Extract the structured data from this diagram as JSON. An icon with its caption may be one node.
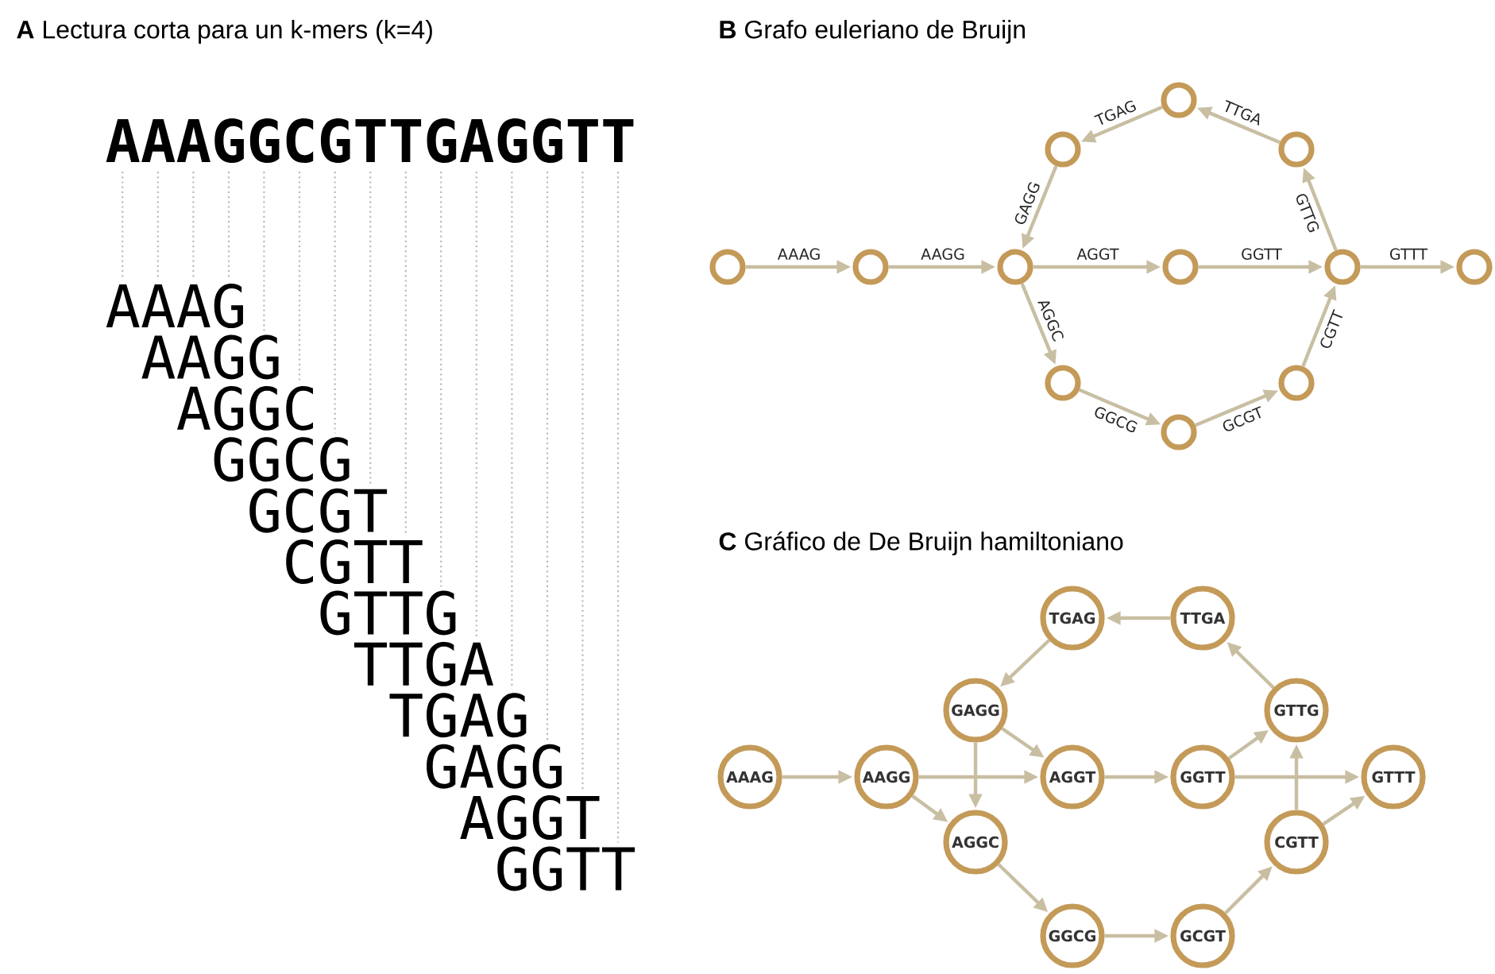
{
  "diagram": {
    "labels": [
      "**A** Lectura corta para un k-mers (k=4)",
      "**B** Grafo euleriano de Bruijn",
      "**C** Gráfico de De Bruijn hamiltoniano",
      "AAAGGCGTTGAGGTT",
      "AAAG",
      "AAGG",
      "AGGC",
      "GGCG",
      "GCGT",
      "CGTT",
      "GTTG",
      "TTGA",
      "TGAG",
      "GAGG",
      "AGGT",
      "GGTT"
    ],
    "nodes": [
      {
        "text": [],
        "shape": "circle"
      },
      {
        "text": [],
        "shape": "circle"
      },
      {
        "text": [],
        "shape": "circle"
      },
      {
        "text": [],
        "shape": "circle"
      },
      {
        "text": [],
        "shape": "circle"
      },
      {
        "text": [],
        "shape": "circle"
      },
      {
        "text": [],
        "shape": "circle"
      },
      {
        "text": [],
        "shape": "circle"
      },
      {
        "text": [],
        "shape": "circle"
      },
      {
        "text": [],
        "shape": "circle"
      },
      {
        "text": [],
        "shape": "circle"
      },
      {
        "text": [],
        "shape": "circle"
      },
      {
        "text": [
          "TGAG"
        ]
      },
      {
        "text": [
          "TTGA"
        ]
      },
      {
        "text": [
          "GAGG"
        ]
      },
      {
        "text": [
          "GTTG"
        ]
      },
      {
        "text": [
          "AAAG"
        ]
      },
      {
        "text": [
          "AAGG"
        ]
      },
      {
        "text": [
          "AGGT"
        ]
      },
      {
        "text": [
          "GGTT"
        ]
      },
      {
        "text": [
          "GTTT"
        ]
      },
      {
        "text": [
          "AGGC"
        ]
      },
      {
        "text": [
          "CGTT"
        ]
      },
      {
        "text": [
          "GGCG"
        ]
      },
      {
        "text": [
          "GCGT"
        ]
      }
    ],
    "edges": [
      {
        "from": 3,
        "to": 4,
        "arrow": "to",
        "label": "AAAG"
      },
      {
        "from": 4,
        "to": 5,
        "arrow": "to",
        "label": "AAGG"
      },
      {
        "from": 5,
        "to": 6,
        "arrow": "to",
        "label": "AGGT"
      },
      {
        "from": 6,
        "to": 7,
        "arrow": "to",
        "label": "GGTT"
      },
      {
        "from": 7,
        "to": 8,
        "arrow": "to",
        "label": "GTTT"
      },
      {
        "from": 7,
        "to": 2,
        "arrow": "to",
        "label": "GTTG"
      },
      {
        "from": 2,
        "to": 0,
        "arrow": "to",
        "label": "TTGA"
      },
      {
        "from": 0,
        "to": 1,
        "arrow": "to",
        "label": "TGAG"
      },
      {
        "from": 1,
        "to": 5,
        "arrow": "to",
        "label": "GAGG"
      },
      {
        "from": 5,
        "to": 9,
        "arrow": "to",
        "label": "AGGC"
      },
      {
        "from": 9,
        "to": 11,
        "arrow": "to",
        "label": "GGCG"
      },
      {
        "from": 11,
        "to": 10,
        "arrow": "to",
        "label": "GCGT"
      },
      {
        "from": 10,
        "to": 7,
        "arrow": "to",
        "label": "CGTT"
      },
      {
        "from": 16,
        "to": 17,
        "arrow": "to"
      },
      {
        "from": 17,
        "to": 18,
        "arrow": "to"
      },
      {
        "from": 17,
        "to": 21,
        "arrow": "to"
      },
      {
        "from": 14,
        "to": 18,
        "arrow": "to"
      },
      {
        "from": 14,
        "to": 21,
        "arrow": "to"
      },
      {
        "from": 12,
        "to": 14,
        "arrow": "to"
      },
      {
        "from": 13,
        "to": 12,
        "arrow": "to"
      },
      {
        "from": 18,
        "to": 19,
        "arrow": "to"
      },
      {
        "from": 19,
        "to": 15,
        "arrow": "to"
      },
      {
        "from": 19,
        "to": 20,
        "arrow": "to"
      },
      {
        "from": 15,
        "to": 13,
        "arrow": "to"
      },
      {
        "from": 22,
        "to": 15,
        "arrow": "to"
      },
      {
        "from": 22,
        "to": 20,
        "arrow": "to"
      },
      {
        "from": 21,
        "to": 23,
        "arrow": "to"
      },
      {
        "from": 23,
        "to": 24,
        "arrow": "to"
      },
      {
        "from": 24,
        "to": 22,
        "arrow": "to"
      }
    ]
  }
}
